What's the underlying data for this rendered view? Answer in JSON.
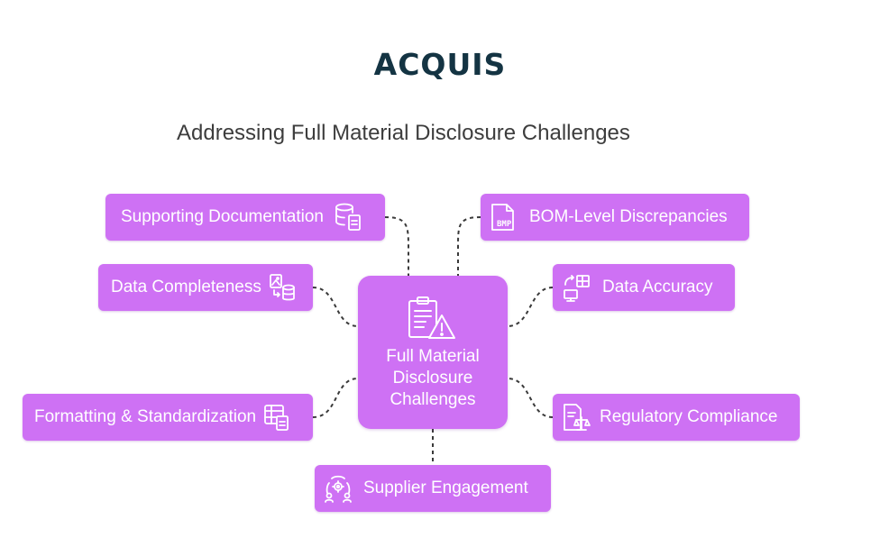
{
  "logo": {
    "text": "ACQUIS"
  },
  "title": "Addressing Full Material Disclosure Challenges",
  "colors": {
    "node_fill": "#ce71f4",
    "text_on_node": "#ffffff",
    "connector": "#3a3a3a",
    "logo": "#143443"
  },
  "center": {
    "label": "Full Material\nDisclosure\nChallenges",
    "icon": "clipboard-warning-icon"
  },
  "nodes": [
    {
      "id": "supporting-documentation",
      "label": "Supporting Documentation",
      "icon": "database-document-icon"
    },
    {
      "id": "data-completeness",
      "label": "Data Completeness",
      "icon": "image-to-database-icon"
    },
    {
      "id": "formatting-standardization",
      "label": "Formatting & Standardization",
      "icon": "table-document-icon"
    },
    {
      "id": "bom-level-discrepancies",
      "label": "BOM-Level Discrepancies",
      "icon": "bmp-file-icon"
    },
    {
      "id": "data-accuracy",
      "label": "Data Accuracy",
      "icon": "data-sync-icon"
    },
    {
      "id": "regulatory-compliance",
      "label": "Regulatory Compliance",
      "icon": "document-scale-icon"
    },
    {
      "id": "supplier-engagement",
      "label": "Supplier Engagement",
      "icon": "team-gear-icon"
    }
  ]
}
